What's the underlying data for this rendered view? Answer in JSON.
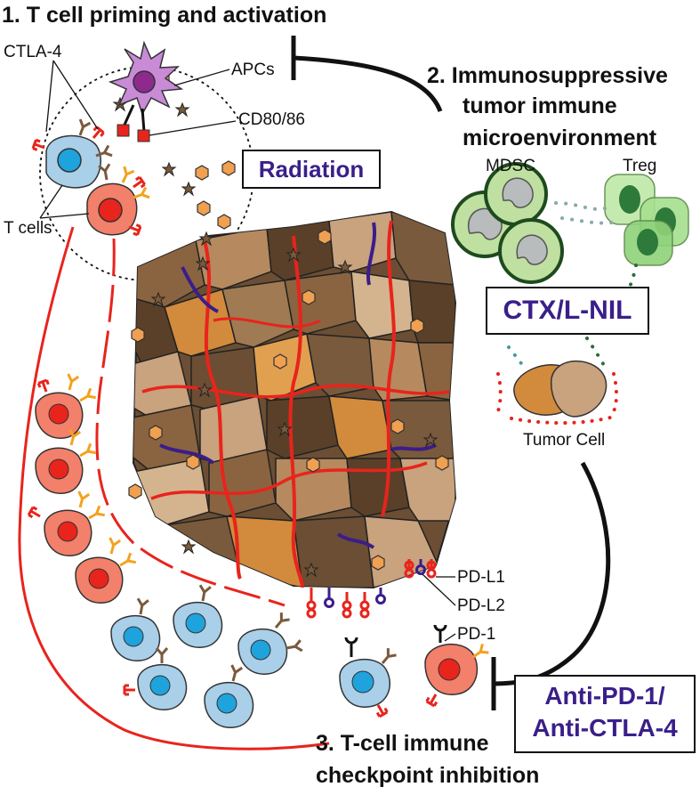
{
  "headings": {
    "priming": "1. T cell priming and activation",
    "suppressive_line1": "2. Immunosuppressive",
    "suppressive_line2": "tumor immune",
    "suppressive_line3": "microenvironment",
    "checkpoint_line1": "3. T-cell immune",
    "checkpoint_line2": "checkpoint inhibition"
  },
  "labels": {
    "ctla4": "CTLA-4",
    "apcs": "APCs",
    "cd80_86": "CD80/86",
    "t_cells": "T cells",
    "mdsc": "MDSC",
    "treg": "Treg",
    "tumor_cell": "Tumor Cell",
    "pd_l1": "PD-L1",
    "pd_l2": "PD-L2",
    "pd_1": "PD-1"
  },
  "treatments": {
    "radiation": "Radiation",
    "ctx_lnil": "CTX/L-NIL",
    "anti_line1": "Anti-PD-1/",
    "anti_line2": "Anti-CTLA-4"
  },
  "colors": {
    "treatment_text": "#3a1f8a",
    "vessel_red": "#e8241c",
    "vessel_purple": "#3b1d8a",
    "activated_t_cell": "#f2806a",
    "naive_t_cell": "#a9cfe9",
    "t_cell_nucleus": "#1ea3dc",
    "apc_purple": "#c98ad6",
    "mdsc_green": "#bfe0a0",
    "treg_green": "#8fd27a",
    "tumor_tan": "#c9a27e",
    "tumor_brown": "#7a5a3c",
    "ctla4_red": "#e8241c",
    "pd1_receptor": "#f3a21e",
    "cd28_brown": "#7a5a3c"
  },
  "icons": {
    "apc": "dendritic-cell-icon",
    "t_cell": "t-cell-icon",
    "mdsc": "mdsc-cell-icon",
    "treg": "treg-cell-icon",
    "tumor": "tumor-mass-icon",
    "antigen": "hexagon-antigen-icon",
    "star": "star-antigen-icon"
  }
}
